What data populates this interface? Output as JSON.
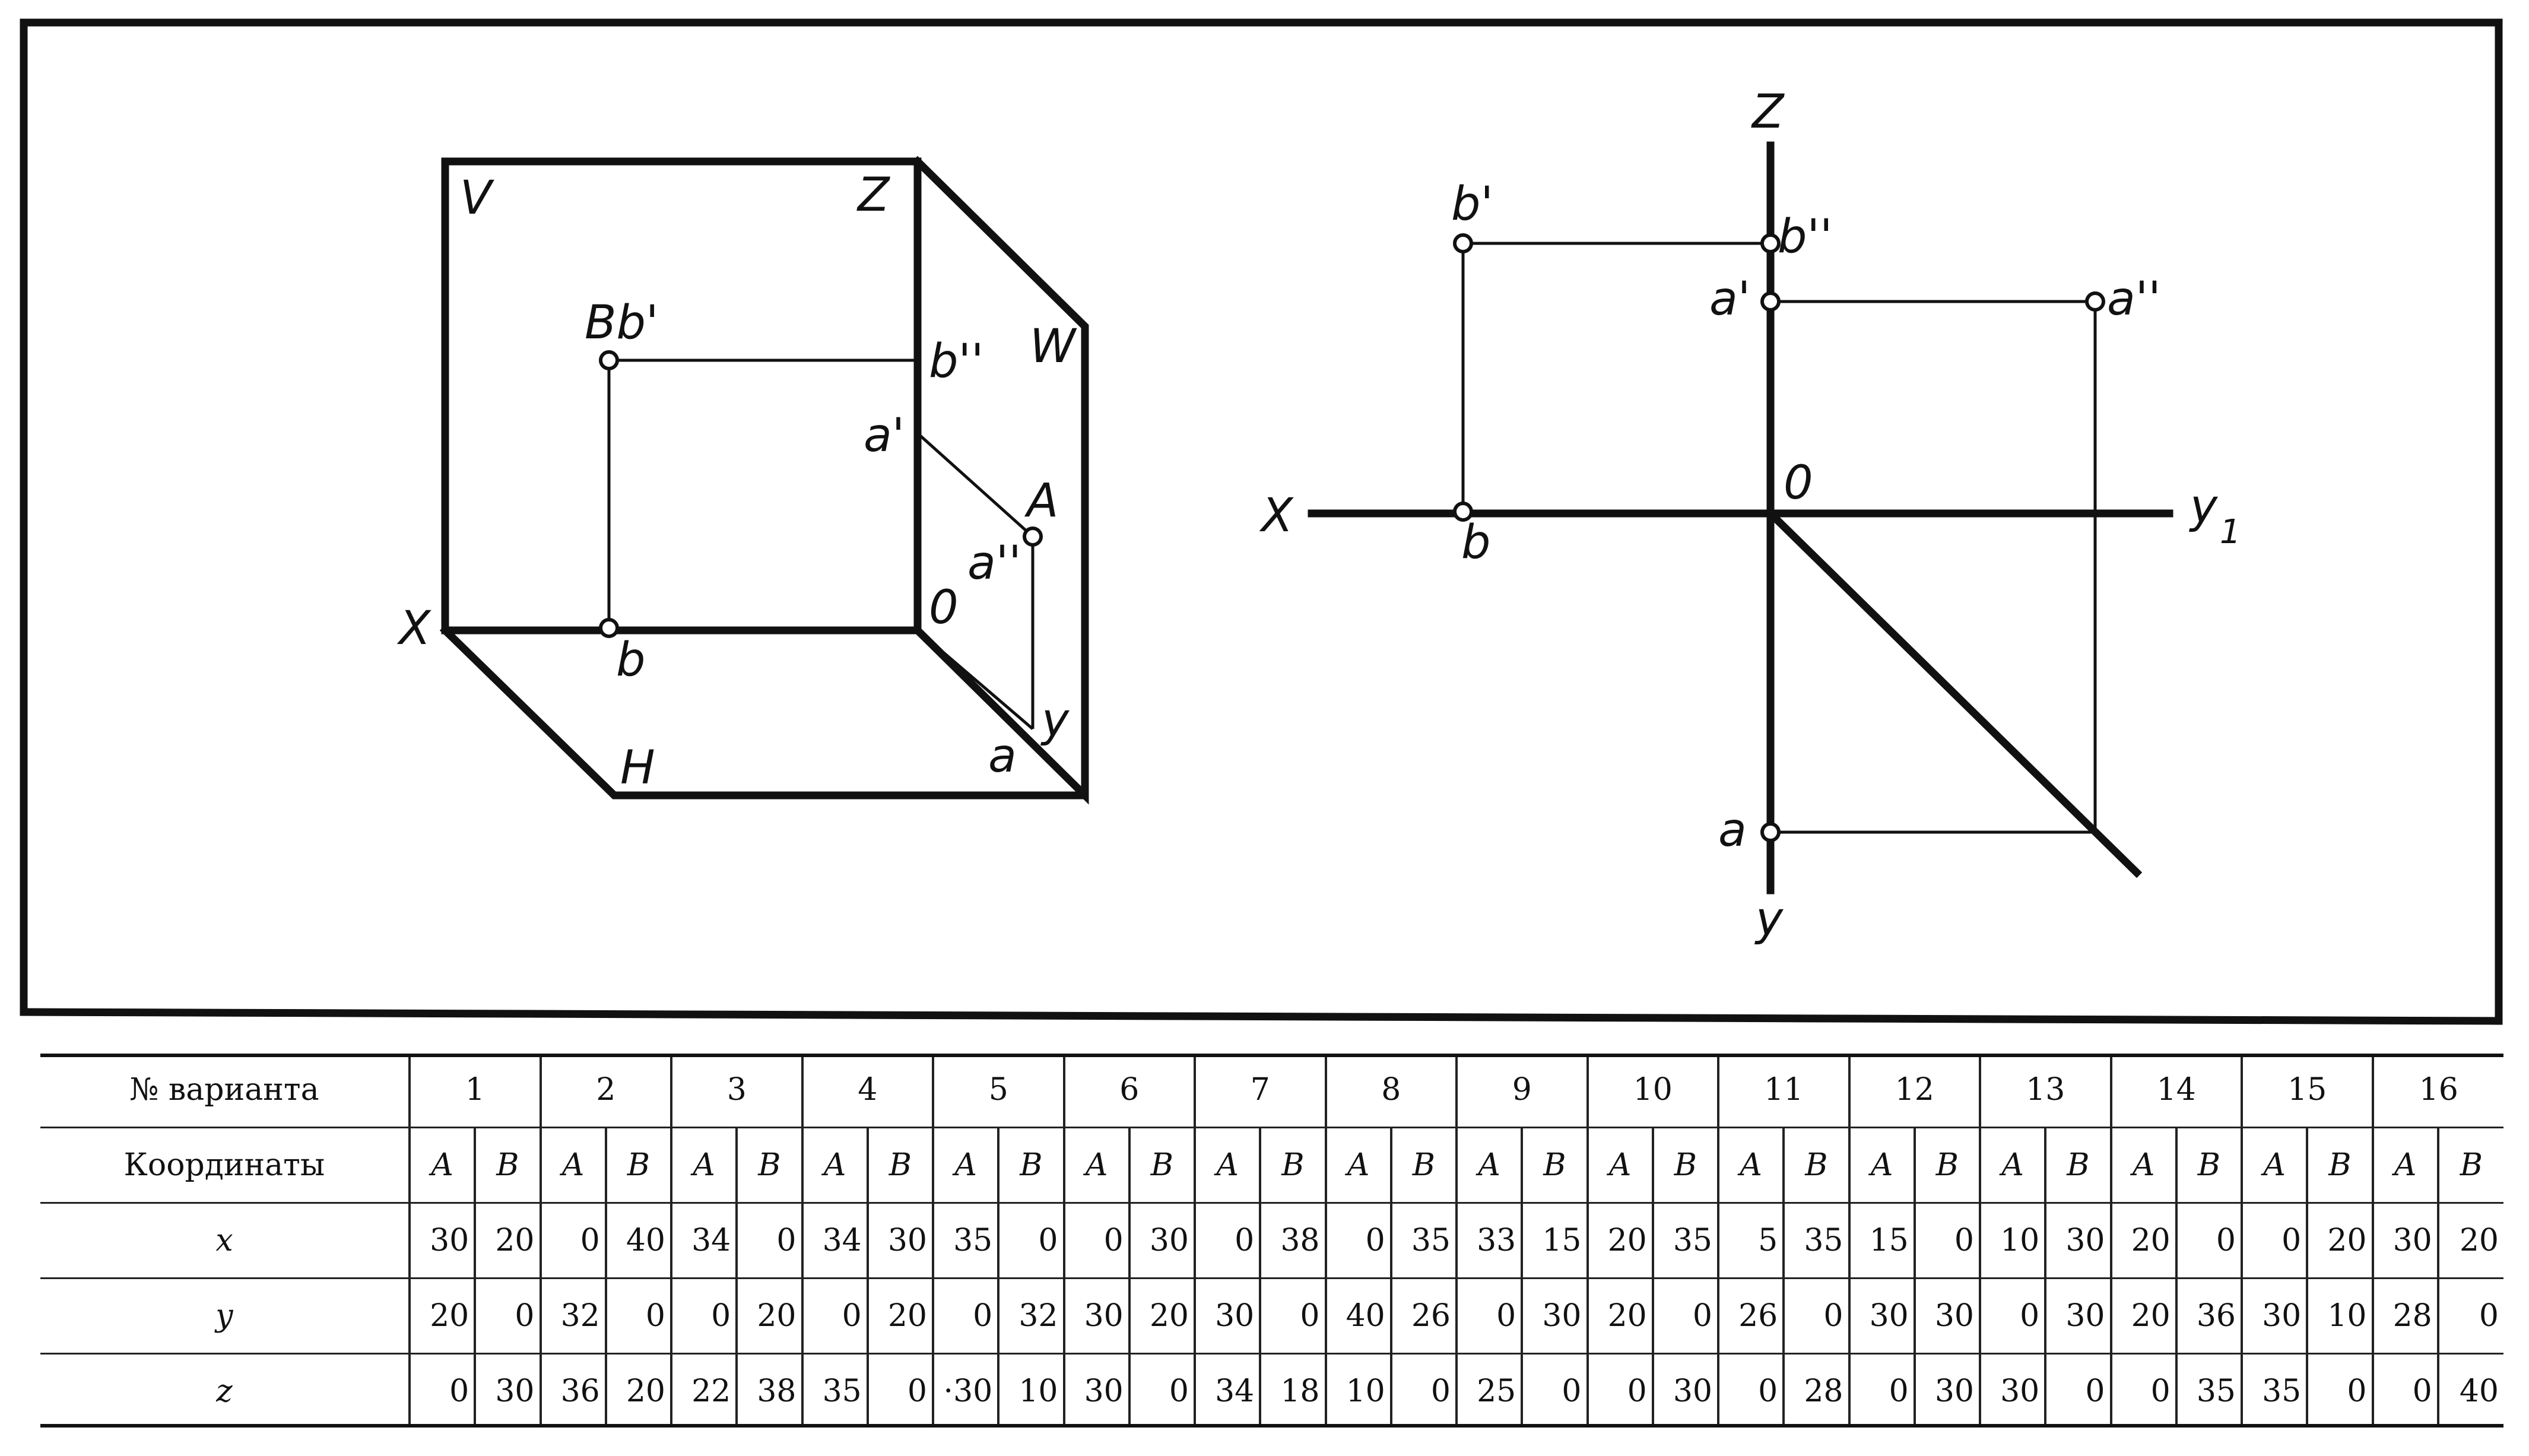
{
  "left": {
    "V": "V",
    "Z": "Z",
    "W": "W",
    "X": "X",
    "H": "H",
    "O": "0",
    "Bb": "Bb'",
    "b2": "b''",
    "a1": "a'",
    "A": "A",
    "a2": "a''",
    "b": "b",
    "a": "a",
    "y": "y"
  },
  "right": {
    "Z": "Z",
    "X": "X",
    "Y1": "y",
    "Y1sub": "1",
    "Y": "y",
    "O": "0",
    "b1": "b'",
    "b2": "b''",
    "a1": "a'",
    "a2": "a''",
    "b": "b",
    "a": "a"
  },
  "table": {
    "header_label": "№ варианта",
    "coords_label": "Координаты",
    "variants": [
      "1",
      "2",
      "3",
      "4",
      "5",
      "6",
      "7",
      "8",
      "9",
      "10",
      "11",
      "12",
      "13",
      "14",
      "15",
      "16"
    ],
    "point_labels": [
      "A",
      "B"
    ],
    "rows": [
      {
        "axis": "x",
        "values": [
          "30",
          "20",
          "0",
          "40",
          "34",
          "0",
          "34",
          "30",
          "35",
          "0",
          "0",
          "30",
          "0",
          "38",
          "0",
          "35",
          "33",
          "15",
          "20",
          "35",
          "5",
          "35",
          "15",
          "0",
          "10",
          "30",
          "20",
          "0",
          "0",
          "20",
          "30",
          "20"
        ]
      },
      {
        "axis": "y",
        "values": [
          "20",
          "0",
          "32",
          "0",
          "0",
          "20",
          "0",
          "20",
          "0",
          "32",
          "30",
          "20",
          "30",
          "0",
          "40",
          "26",
          "0",
          "30",
          "20",
          "0",
          "26",
          "0",
          "30",
          "30",
          "0",
          "30",
          "20",
          "36",
          "30",
          "10",
          "28",
          "0"
        ]
      },
      {
        "axis": "z",
        "values": [
          "0",
          "30",
          "36",
          "20",
          "22",
          "38",
          "35",
          "0",
          "·30",
          "10",
          "30",
          "0",
          "34",
          "18",
          "10",
          "0",
          "25",
          "0",
          "0",
          "30",
          "0",
          "28",
          "0",
          "30",
          "30",
          "0",
          "0",
          "35",
          "35",
          "0",
          "0",
          "40"
        ]
      }
    ]
  }
}
